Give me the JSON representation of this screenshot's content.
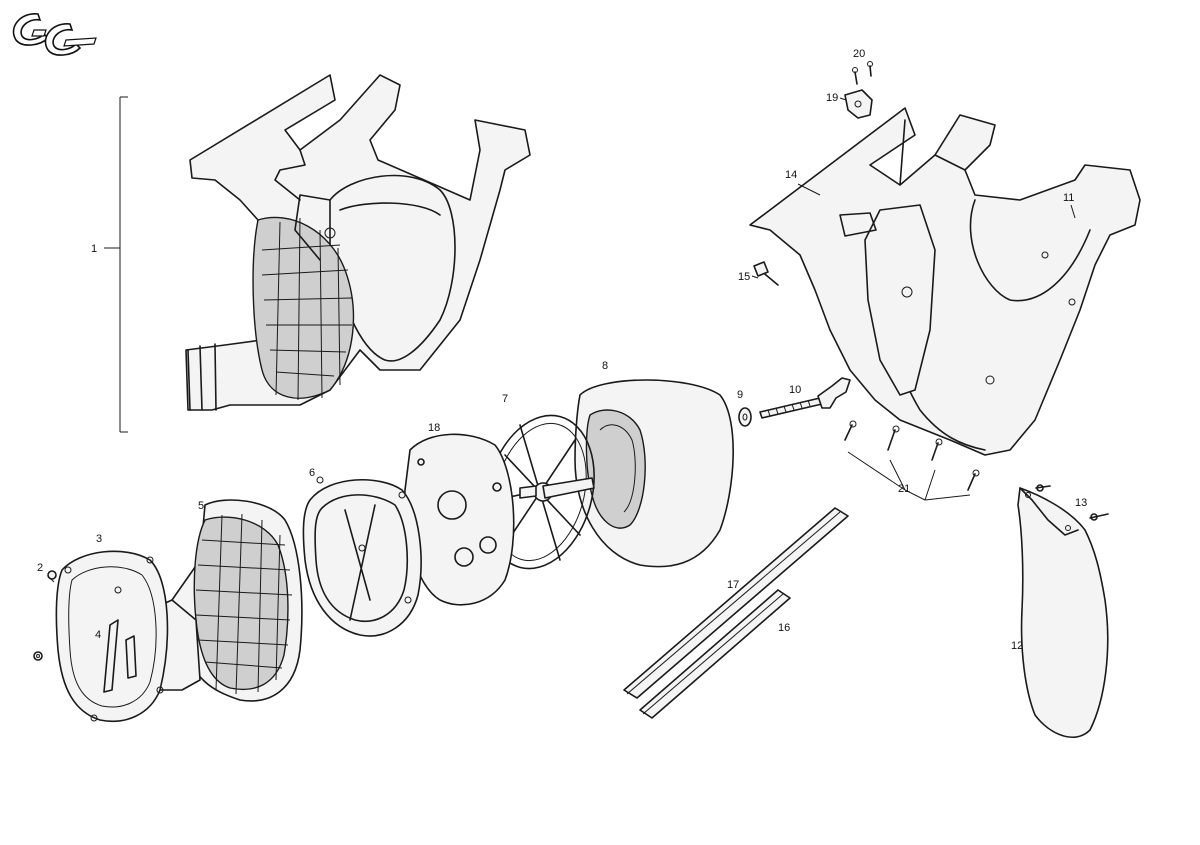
{
  "logo_text": "GG",
  "callouts": [
    {
      "id": "c1",
      "text": "1"
    },
    {
      "id": "c2",
      "text": "2"
    },
    {
      "id": "c3",
      "text": "3"
    },
    {
      "id": "c4",
      "text": "4"
    },
    {
      "id": "c5",
      "text": "5"
    },
    {
      "id": "c6",
      "text": "6"
    },
    {
      "id": "c7",
      "text": "7"
    },
    {
      "id": "c8",
      "text": "8"
    },
    {
      "id": "c9",
      "text": "9"
    },
    {
      "id": "c10",
      "text": "10"
    },
    {
      "id": "c11",
      "text": "11"
    },
    {
      "id": "c12",
      "text": "12"
    },
    {
      "id": "c13",
      "text": "13"
    },
    {
      "id": "c14",
      "text": "14"
    },
    {
      "id": "c15",
      "text": "15"
    },
    {
      "id": "c16",
      "text": "16"
    },
    {
      "id": "c17",
      "text": "17"
    },
    {
      "id": "c18",
      "text": "18"
    },
    {
      "id": "c19",
      "text": "19"
    },
    {
      "id": "c20",
      "text": "20"
    },
    {
      "id": "c21",
      "text": "21"
    }
  ]
}
